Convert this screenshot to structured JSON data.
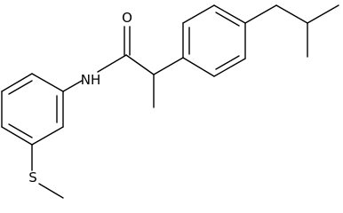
{
  "diagram": {
    "type": "chemical-structure",
    "atom_labels": {
      "oxygen": "O",
      "amide_nh": "NH",
      "sulfur": "S"
    },
    "colors": {
      "bond": "#000000",
      "background": "#ffffff"
    }
  }
}
